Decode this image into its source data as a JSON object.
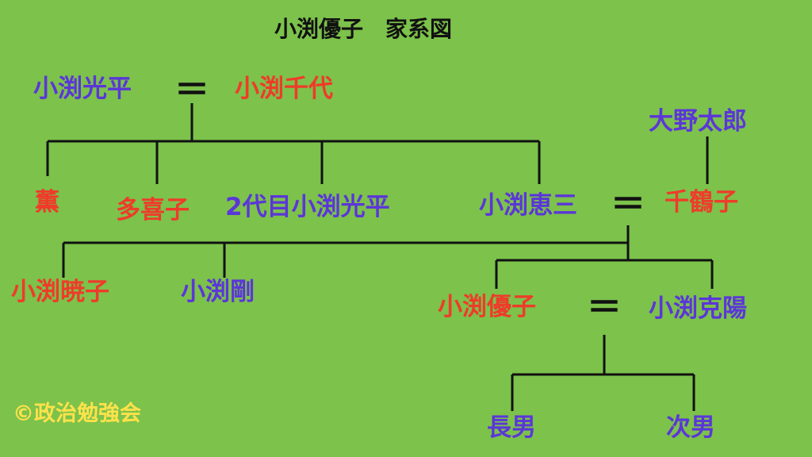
{
  "title": "小渕優子　家系図",
  "credit": "©政治勉強会",
  "colors": {
    "background": "#7cc24b",
    "male": "#5b36d8",
    "female": "#ef3b2a",
    "line": "#111111",
    "credit": "#ffe24a"
  },
  "marriage_symbol": "＝",
  "people": {
    "koheiSr": {
      "name": "小渕光平",
      "sex": "male"
    },
    "chiyo": {
      "name": "小渕千代",
      "sex": "female"
    },
    "taro": {
      "name": "大野太郎",
      "sex": "male"
    },
    "kaoru": {
      "name": "薫",
      "sex": "female"
    },
    "takiko": {
      "name": "多喜子",
      "sex": "female"
    },
    "koheiJr": {
      "name": "2代目小渕光平",
      "sex": "male"
    },
    "keizo": {
      "name": "小渕恵三",
      "sex": "male"
    },
    "chizuko": {
      "name": "千鶴子",
      "sex": "female"
    },
    "akiko": {
      "name": "小渕暁子",
      "sex": "female"
    },
    "takeshi": {
      "name": "小渕剛",
      "sex": "male"
    },
    "yuko": {
      "name": "小渕優子",
      "sex": "female"
    },
    "katsuharu": {
      "name": "小渕克陽",
      "sex": "male"
    },
    "eldest": {
      "name": "長男",
      "sex": "male"
    },
    "second": {
      "name": "次男",
      "sex": "male"
    }
  }
}
